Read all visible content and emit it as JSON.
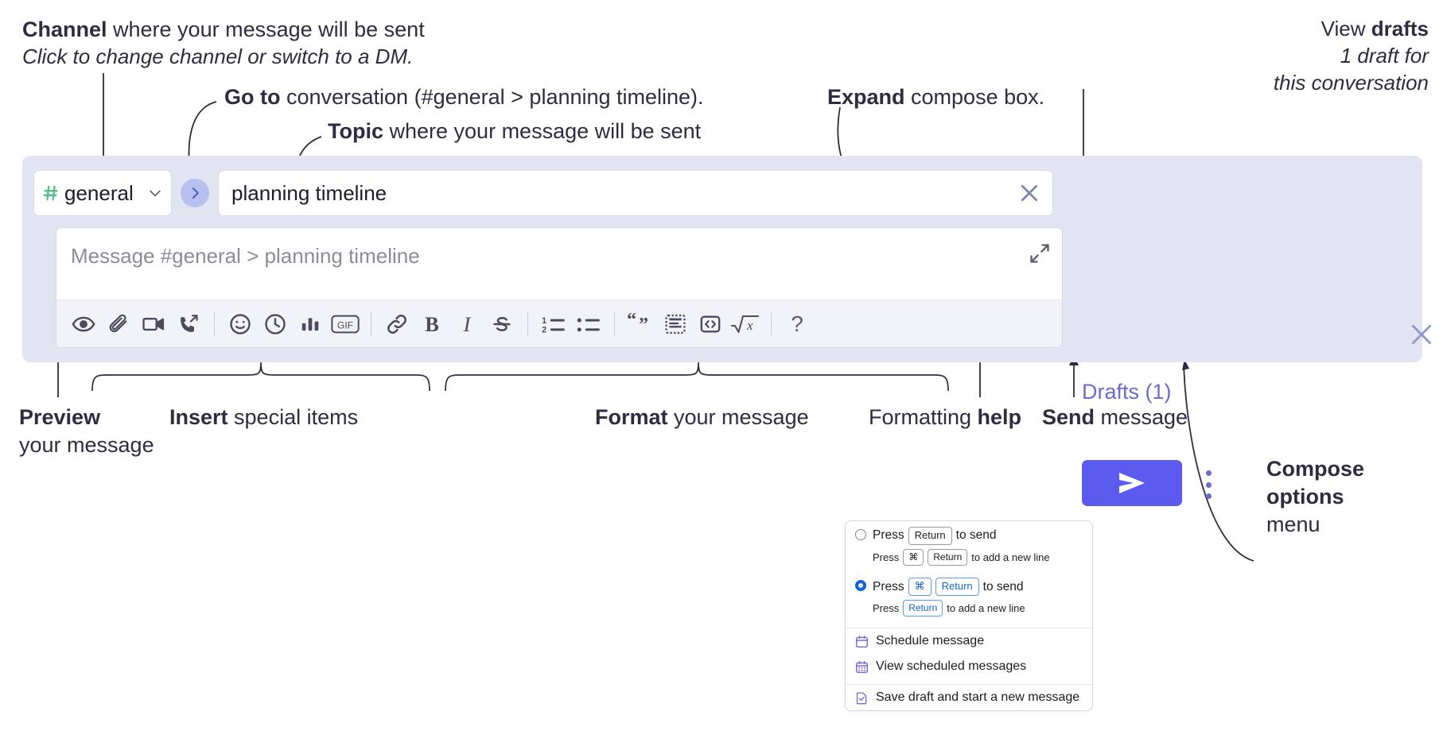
{
  "annotations": {
    "channel": {
      "bold": "Channel",
      "rest": " where your message will be sent",
      "sub": "Click to change channel or switch to a DM."
    },
    "goto": {
      "bold": "Go to",
      "rest": " conversation (#general > planning timeline)."
    },
    "topic": {
      "bold": "Topic",
      "rest": " where your message will be sent"
    },
    "expand": {
      "bold": "Expand",
      "rest": " compose box."
    },
    "drafts": {
      "bold_prefix": "View ",
      "bold": "drafts",
      "sub1": "1 draft for",
      "sub2": "this conversation"
    },
    "preview": {
      "bold": "Preview",
      "sub": "your message"
    },
    "insert": {
      "bold": "Insert",
      "rest": " special items"
    },
    "format": {
      "bold": "Format",
      "rest": " your message"
    },
    "help": {
      "pre": "Formatting ",
      "bold": "help"
    },
    "send": {
      "bold": "Send",
      "rest": " message"
    },
    "compose": {
      "bold1": "Compose",
      "bold2": "options",
      "rest": "menu"
    }
  },
  "compose": {
    "channel": {
      "name": "general",
      "hash_icon": "hash-icon",
      "chevron_icon": "chevron-down-icon"
    },
    "goto_button": {
      "icon": "chevron-right-icon"
    },
    "topic": {
      "value": "planning timeline",
      "clear_icon": "close-icon"
    },
    "message": {
      "placeholder": "Message #general > planning timeline",
      "value": "",
      "expand_icon": "expand-icon"
    },
    "toolbar": [
      {
        "name": "preview-icon",
        "label": "Preview"
      },
      {
        "name": "attachment-icon",
        "label": "Attach file"
      },
      {
        "name": "video-icon",
        "label": "Record video clip"
      },
      {
        "name": "huddle-icon",
        "label": "Audio clip"
      },
      {
        "name": "separator",
        "label": ""
      },
      {
        "name": "emoji-icon",
        "label": "Emoji"
      },
      {
        "name": "clock-icon",
        "label": "Reminder"
      },
      {
        "name": "poll-icon",
        "label": "Poll"
      },
      {
        "name": "gif-icon",
        "label": "GIF"
      },
      {
        "name": "separator",
        "label": ""
      },
      {
        "name": "link-icon",
        "label": "Link"
      },
      {
        "name": "bold-icon",
        "label": "B"
      },
      {
        "name": "italic-icon",
        "label": "I"
      },
      {
        "name": "strikethrough-icon",
        "label": "S"
      },
      {
        "name": "separator",
        "label": ""
      },
      {
        "name": "ordered-list-icon",
        "label": "Ordered list"
      },
      {
        "name": "bulleted-list-icon",
        "label": "Bulleted list"
      },
      {
        "name": "separator",
        "label": ""
      },
      {
        "name": "blockquote-icon",
        "label": "Blockquote"
      },
      {
        "name": "code-block-icon",
        "label": "Code block"
      },
      {
        "name": "inline-code-icon",
        "label": "Code"
      },
      {
        "name": "math-icon",
        "label": "Math"
      },
      {
        "name": "separator",
        "label": ""
      },
      {
        "name": "help-icon",
        "label": "?"
      }
    ],
    "drafts_link": "Drafts (1)",
    "close_icon": "close-icon",
    "send_button": {
      "icon": "send-icon"
    },
    "kebab": {
      "icon": "more-options-icon"
    }
  },
  "options_menu": {
    "option1": {
      "selected": false,
      "line": {
        "pre": "Press ",
        "key": "Return",
        "post": " to send"
      },
      "sub": {
        "pre": "Press ",
        "key1": "⌘",
        "key2": "Return",
        "post": " to add a new line"
      }
    },
    "option2": {
      "selected": true,
      "line": {
        "pre": "Press ",
        "key1": "⌘",
        "key2": "Return",
        "post": " to send"
      },
      "sub": {
        "pre": "Press ",
        "key": "Return",
        "post": " to add a new line"
      }
    },
    "items": [
      {
        "icon": "calendar-icon",
        "label": "Schedule message"
      },
      {
        "icon": "calendar-grid-icon",
        "label": "View scheduled messages"
      },
      {
        "icon": "save-draft-icon",
        "label": "Save draft and start a new message"
      }
    ]
  },
  "colors": {
    "panel_bg": "#e2e4f1",
    "accent_purple": "#5b5bf0",
    "drafts_text": "#6a6ccd",
    "hash_green": "#57c08d",
    "goto_circle": "#b7c0ef",
    "radio_blue": "#1264d4",
    "text_dark": "#2e2c42"
  }
}
